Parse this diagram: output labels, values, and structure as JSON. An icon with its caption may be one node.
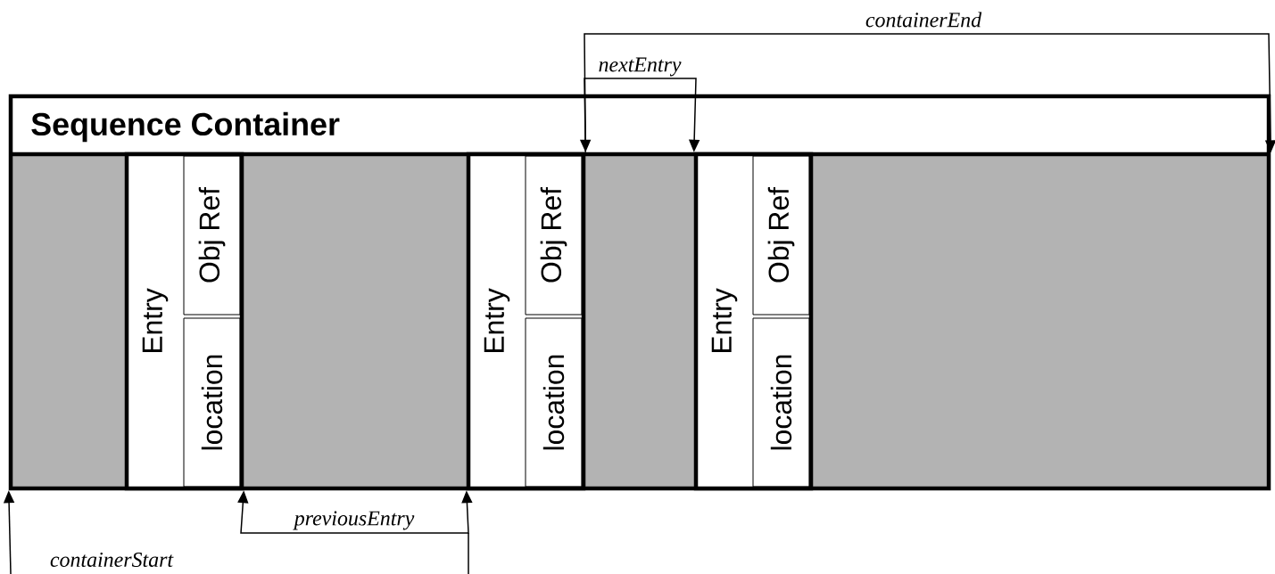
{
  "diagram": {
    "nodes": [
      {
        "text": [
          "Sequence Container"
        ]
      },
      {
        "text": [
          "Entry"
        ],
        "in": 0
      },
      {
        "text": [
          "Obj Ref"
        ],
        "in": 1
      },
      {
        "text": [
          "location"
        ],
        "in": 1
      },
      {
        "text": [
          "Entry"
        ],
        "in": 0
      },
      {
        "text": [
          "Obj Ref"
        ],
        "in": 4
      },
      {
        "text": [
          "location"
        ],
        "in": 4
      },
      {
        "text": [
          "Entry"
        ],
        "in": 0
      },
      {
        "text": [
          "Obj Ref"
        ],
        "in": 7
      },
      {
        "text": [
          "location"
        ],
        "in": 7
      }
    ],
    "edges": [
      {
        "from": null,
        "to": 0,
        "arrow": "to",
        "label": "containerStart"
      },
      {
        "from": 4,
        "to": 1,
        "arrow": "both",
        "label": "previousEntry"
      },
      {
        "from": 4,
        "to": 0,
        "arrow": "both",
        "label": "containerEnd"
      },
      {
        "from": 4,
        "to": 7,
        "arrow": "to",
        "label": "nextEntry"
      }
    ]
  }
}
